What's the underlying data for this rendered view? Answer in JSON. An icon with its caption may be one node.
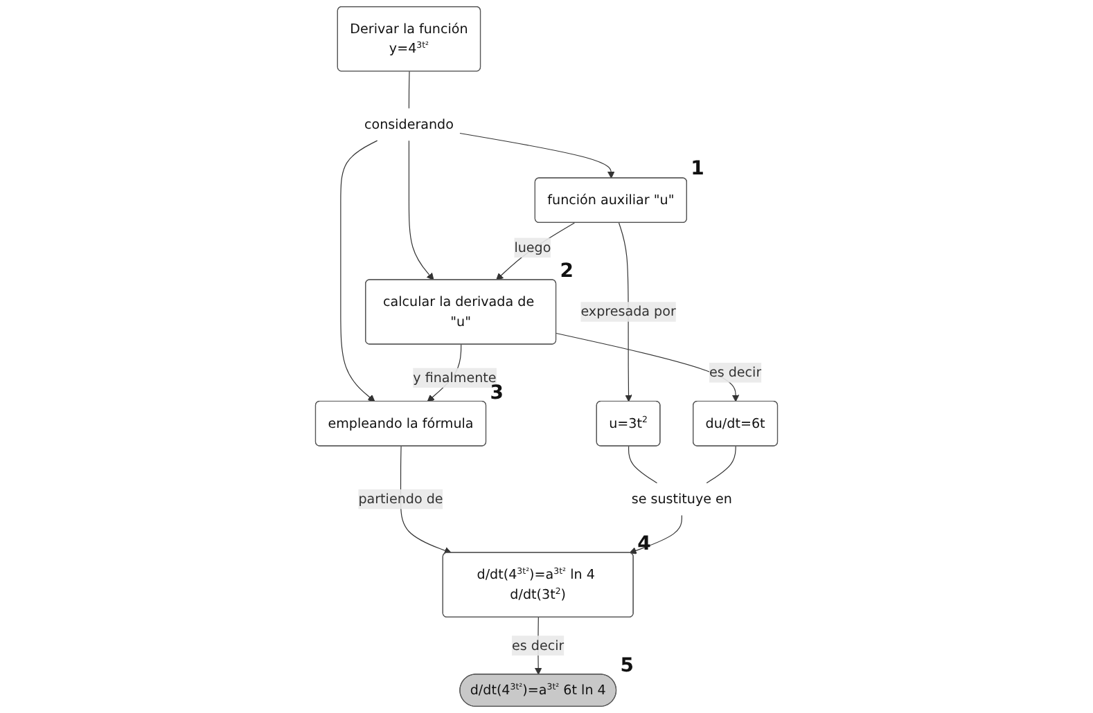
{
  "diagram": {
    "nodes": [
      {
        "text": [
          "Derivar la función",
          "y=4$^{3t²}$"
        ]
      },
      {
        "text": [
          "considerando"
        ]
      },
      {
        "text": [
          "función auxiliar \"u\""
        ],
        "beside": [
          "1"
        ]
      },
      {
        "text": [
          "calcular la derivada de \"u\""
        ],
        "beside": [
          "2"
        ]
      },
      {
        "text": [
          "empleando la fórmula"
        ],
        "beside": [
          "3"
        ]
      },
      {
        "text": [
          "u=3t$^{2}$"
        ]
      },
      {
        "text": [
          "du/dt=6t"
        ]
      },
      {
        "text": [
          "d/dt(4$^{3t²}$)=a$^{3t²}$ ln 4 d/dt(3t$^{2}$)"
        ],
        "beside": [
          "4"
        ]
      },
      {
        "text": [
          "se sustituye en"
        ]
      },
      {
        "text": [
          "d/dt(4$^{3t²}$)=a$^{3t²}$ 6t ln 4"
        ],
        "beside": [
          "5"
        ]
      }
    ],
    "edges": [
      {
        "from": 0,
        "to": 1,
        "arrow": "none"
      },
      {
        "from": 1,
        "to": 2,
        "arrow": "to"
      },
      {
        "from": 1,
        "to": 3,
        "arrow": "to"
      },
      {
        "from": 1,
        "to": 4,
        "arrow": "to"
      },
      {
        "from": 2,
        "to": 3,
        "arrow": "to",
        "label": "luego"
      },
      {
        "from": 3,
        "to": 4,
        "arrow": "to",
        "label": "y finalmente"
      },
      {
        "from": 2,
        "to": 5,
        "arrow": "to",
        "label": "expresada por"
      },
      {
        "from": 3,
        "to": 6,
        "arrow": "to",
        "label": "es decir"
      },
      {
        "from": 4,
        "to": 7,
        "arrow": "to",
        "label": "partiendo de"
      },
      {
        "from": 5,
        "to": 8,
        "arrow": "none"
      },
      {
        "from": 6,
        "to": 8,
        "arrow": "none"
      },
      {
        "from": 8,
        "to": 7,
        "arrow": "to"
      },
      {
        "from": 7,
        "to": 9,
        "arrow": "to",
        "label": "es decir"
      }
    ]
  }
}
